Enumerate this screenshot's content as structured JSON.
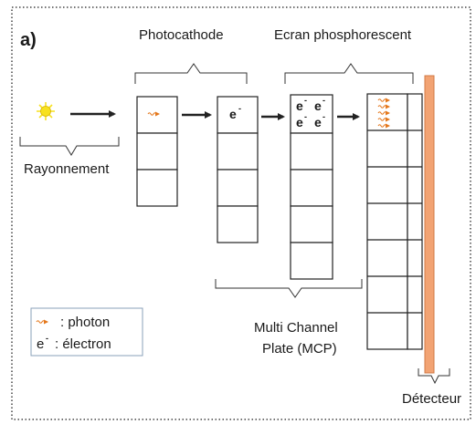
{
  "panel_label": "a)",
  "labels": {
    "photocathode": "Photocathode",
    "screen": "Ecran phosphorescent",
    "radiation": "Rayonnement",
    "mcp_line1": "Multi Channel",
    "mcp_line2": "Plate (MCP)",
    "detector": "Détecteur"
  },
  "cells": {
    "electron_symbol": "e",
    "electron_charge": "-"
  },
  "legend": {
    "photon_label": ": photon",
    "electron_symbol": "e",
    "electron_charge": "-",
    "electron_label": ": électron"
  },
  "colors": {
    "sun": "#f7e11f",
    "photon": "#e4771b",
    "detector": "#f2a373",
    "detector_stroke": "#d07a45",
    "grid_cells": 14
  }
}
